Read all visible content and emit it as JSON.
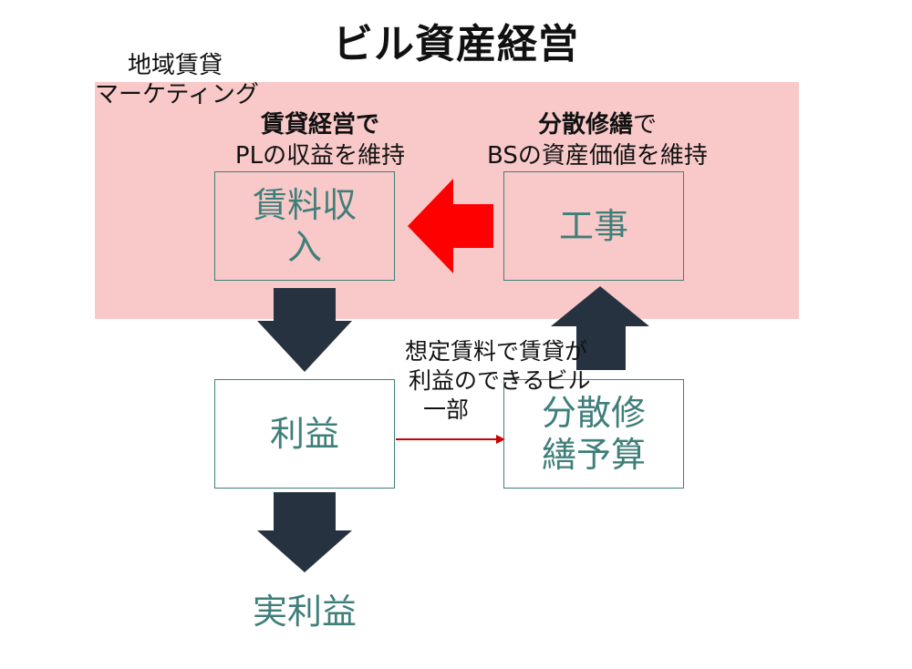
{
  "title": "ビル資産経営",
  "side_label": {
    "line1": "地域賃貸",
    "line2": "マーケティング"
  },
  "caption_left": {
    "bold": "賃貸経営で",
    "normal": "PLの収益を維持"
  },
  "caption_right": {
    "bold": "分散修繕",
    "bold_suffix": "で",
    "normal": "BSの資産価値を維持"
  },
  "boxes": {
    "rent": {
      "line1": "賃料収",
      "line2": "入"
    },
    "work": {
      "line1": "工事"
    },
    "profit": {
      "line1": "利益"
    },
    "budget": {
      "line1": "分散修",
      "line2": "繕予算"
    }
  },
  "net_profit": "実利益",
  "overlapping_notes": {
    "line1": "想定賃料で賃貸が",
    "line2": "利益のできるビル",
    "line3": "一部"
  },
  "colors": {
    "band": "#f9c9c9",
    "box_text": "#3f7f7a",
    "dark_arrow": "#26323f",
    "red_arrow": "#ff0000",
    "line_arrow": "#cc0000"
  }
}
